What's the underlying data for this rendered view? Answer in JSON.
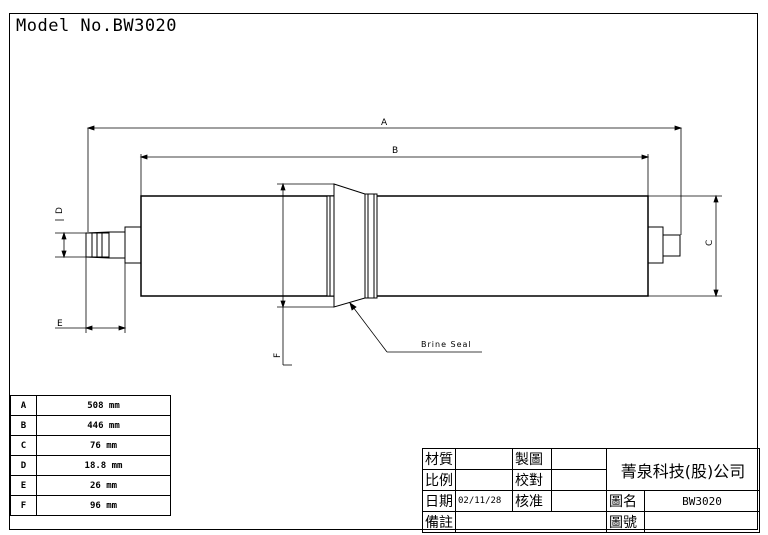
{
  "model_label": "Model No.BW3020",
  "drawing": {
    "dimension_letters": {
      "a": "A",
      "b": "B",
      "c": "C",
      "d": "D",
      "e": "E",
      "f": "F"
    },
    "callout": "Brine Seal"
  },
  "dimension_table": [
    {
      "key": "A",
      "value": "508 mm"
    },
    {
      "key": "B",
      "value": "446 mm"
    },
    {
      "key": "C",
      "value": "76 mm"
    },
    {
      "key": "D",
      "value": "18.8 mm"
    },
    {
      "key": "E",
      "value": "26 mm"
    },
    {
      "key": "F",
      "value": "96 mm"
    }
  ],
  "title_block": {
    "material": "材質",
    "drawing_by": "製圖",
    "scale": "比例",
    "checked": "校對",
    "date_label": "日期",
    "date_value": "02/11/28",
    "approved": "核准",
    "drawing_name_label": "圖名",
    "drawing_name_value": "BW3020",
    "remarks": "備註",
    "drawing_no_label": "圖號",
    "company": "菁泉科技(股)公司"
  }
}
